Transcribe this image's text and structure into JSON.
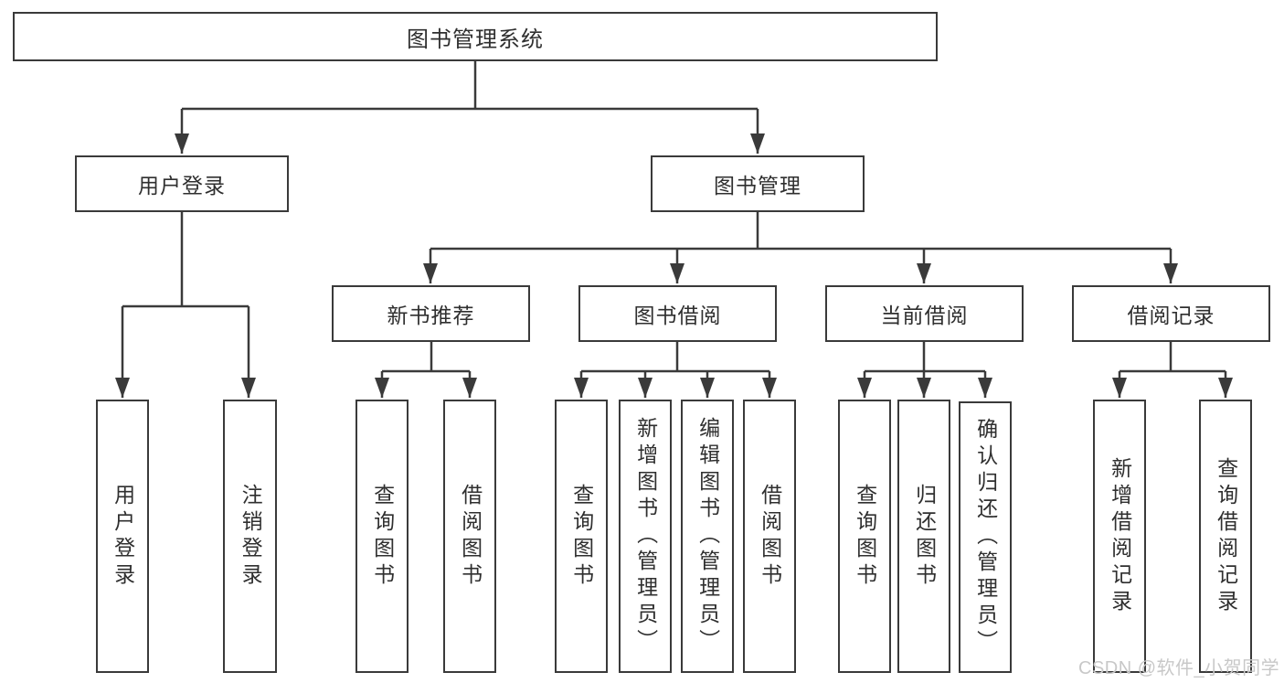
{
  "tree": {
    "label": "图书管理系统",
    "children": [
      {
        "label": "用户登录",
        "children": [
          {
            "label": "用户登录"
          },
          {
            "label": "注销登录"
          }
        ]
      },
      {
        "label": "图书管理",
        "children": [
          {
            "label": "新书推荐",
            "children": [
              {
                "label": "查询图书"
              },
              {
                "label": "借阅图书"
              }
            ]
          },
          {
            "label": "图书借阅",
            "children": [
              {
                "label": "查询图书"
              },
              {
                "label": "新增图书（管理员）"
              },
              {
                "label": "编辑图书（管理员）"
              },
              {
                "label": "借阅图书"
              }
            ]
          },
          {
            "label": "当前借阅",
            "children": [
              {
                "label": "查询图书"
              },
              {
                "label": "归还图书"
              },
              {
                "label": "确认归还（管理员）"
              }
            ]
          },
          {
            "label": "借阅记录",
            "children": [
              {
                "label": "新增借阅记录"
              },
              {
                "label": "查询借阅记录"
              }
            ]
          }
        ]
      }
    ]
  },
  "watermark": "CSDN @软件_小贺同学",
  "colors": {
    "line": "#3a3a3a",
    "text": "#2f2f2f",
    "node-bg": "#ffffff",
    "page-bg": "#ffffff",
    "watermark": "#c8c8c8"
  }
}
